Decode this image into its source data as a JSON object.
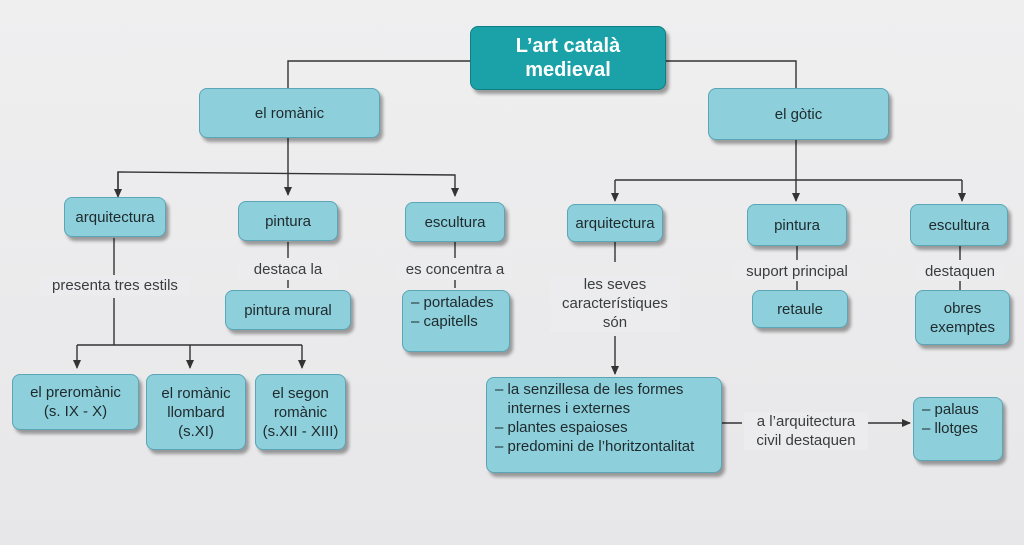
{
  "title": {
    "line1": "L’art català",
    "line2": "medieval"
  },
  "romanic": {
    "label": "el romànic",
    "arquitectura": "arquitectura",
    "arquitectura_link": "presenta tres estils",
    "estils": [
      {
        "line1": "el preromànic",
        "line2": "(s. IX - X)"
      },
      {
        "line1": "el romànic",
        "line2": "llombard",
        "line3": "(s.XI)"
      },
      {
        "line1": "el segon",
        "line2": "romànic",
        "line3": "(s.XII - XIII)"
      }
    ],
    "pintura": "pintura",
    "pintura_link": "destaca la",
    "pintura_result": "pintura mural",
    "escultura": "escultura",
    "escultura_link": "es concentra a",
    "escultura_items": [
      "– portalades",
      "– capitells"
    ]
  },
  "gotic": {
    "label": "el gòtic",
    "arquitectura": "arquitectura",
    "arquitectura_link": [
      "les seves",
      "característiques",
      "són"
    ],
    "caracteristiques": [
      "– la senzillesa de les formes",
      "   internes i externes",
      "– plantes espaioses",
      "– predomini de l’horitzontalitat"
    ],
    "civil_link": [
      "a l’arquitectura",
      "civil destaquen"
    ],
    "civil_items": [
      "– palaus",
      "– llotges"
    ],
    "pintura": "pintura",
    "pintura_link": "suport principal",
    "pintura_result": "retaule",
    "escultura": "escultura",
    "escultura_link": "destaquen",
    "escultura_result": [
      "obres",
      "exemptes"
    ]
  }
}
